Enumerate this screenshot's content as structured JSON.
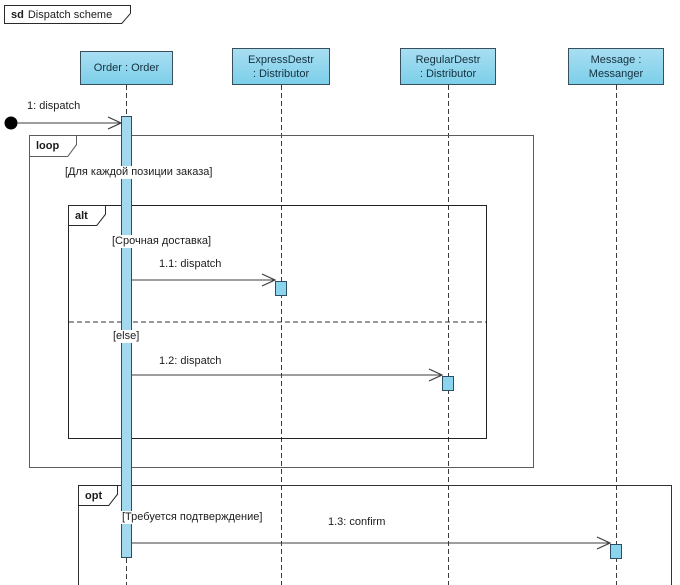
{
  "frame": {
    "keyword": "sd",
    "title": "Dispatch scheme"
  },
  "lifelines": [
    {
      "id": "order",
      "line1": "Order : Order",
      "line2": ""
    },
    {
      "id": "express",
      "line1": "ExpressDestr",
      "line2": ": Distributor"
    },
    {
      "id": "regular",
      "line1": "RegularDestr",
      "line2": ": Distributor"
    },
    {
      "id": "message",
      "line1": "Message :",
      "line2": "Messanger"
    }
  ],
  "fragments": {
    "loop": {
      "operator": "loop",
      "guard": "[Для каждой позиции заказа]"
    },
    "alt": {
      "operator": "alt",
      "guard_then": "[Срочная доставка]",
      "guard_else": "[else]"
    },
    "opt": {
      "operator": "opt",
      "guard": "[Требуется подтверждение]"
    }
  },
  "messages": {
    "m1": "1: dispatch",
    "m1_1": "1.1: dispatch",
    "m1_2": "1.2: dispatch",
    "m1_3": "1.3: confirm"
  },
  "colors": {
    "lifeline_fill": "#7ccfe9",
    "lifeline_fill_light": "#a9def2",
    "lifeline_border": "#38505e",
    "activation_fill": "#a3d9ef",
    "activation_border": "#2d4f61",
    "line": "#3c3c3c",
    "text": "#1c1c1c"
  }
}
